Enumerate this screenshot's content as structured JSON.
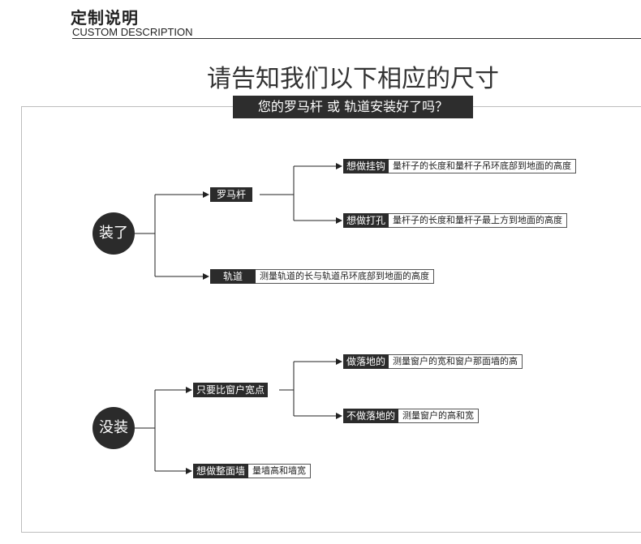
{
  "header": {
    "title": "定制说明",
    "subtitle": "CUSTOM DESCRIPTION"
  },
  "question": "请告知我们以下相应的尺寸",
  "sub_question": "您的罗马杆 或 轨道安装好了吗？",
  "installed": {
    "label": "装了",
    "roman_rod": {
      "label": "罗马杆",
      "hook": {
        "label": "想做挂钩",
        "desc": "量杆子的长度和量杆子吊环底部到地面的高度"
      },
      "punch": {
        "label": "想做打孔",
        "desc": "量杆子的长度和量杆子最上方到地面的高度"
      }
    },
    "track": {
      "label": "轨道",
      "desc": "测量轨道的长与轨道吊环底部到地面的高度"
    }
  },
  "not_installed": {
    "label": "没装",
    "wider": {
      "label": "只要比窗户宽点",
      "floor": {
        "label": "做落地的",
        "desc": "测量窗户的宽和窗户那面墙的高"
      },
      "not_floor": {
        "label": "不做落地的",
        "desc": "测量窗户的高和宽"
      }
    },
    "whole_wall": {
      "label": "想做整面墙",
      "desc": "量墙高和墙宽"
    }
  }
}
